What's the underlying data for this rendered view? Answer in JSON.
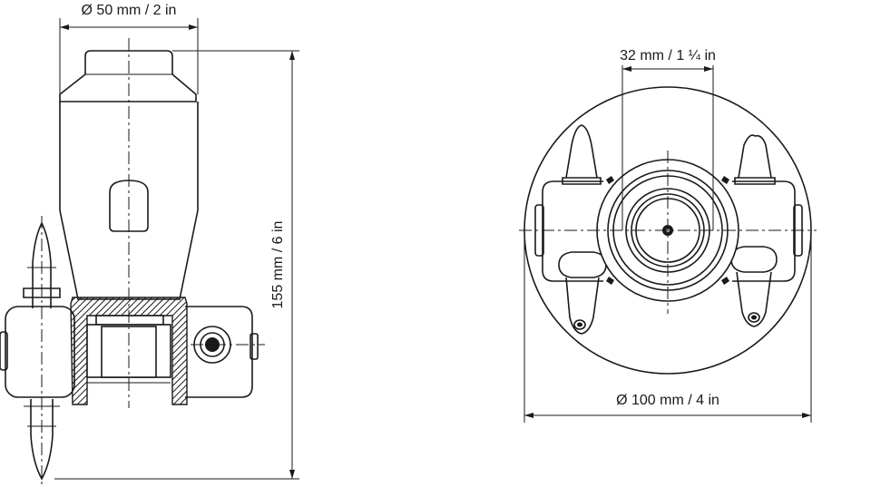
{
  "dimensions": {
    "side_width": "Ø 50 mm / 2 in",
    "side_height": "155 mm / 6 in",
    "front_inner": "32 mm / 1 ¼ in",
    "front_outer": "Ø 100 mm / 4 in"
  },
  "colors": {
    "line": "#1a1a1a",
    "background": "#ffffff"
  }
}
